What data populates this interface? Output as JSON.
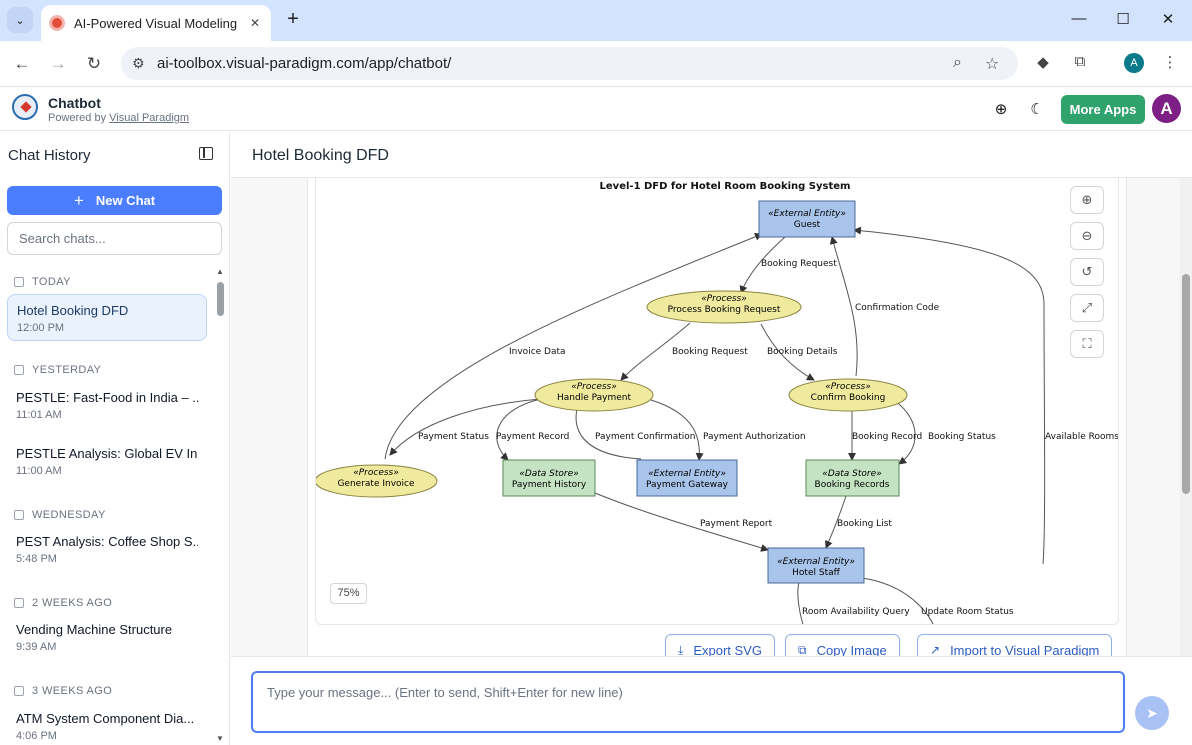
{
  "browser": {
    "tab_title": "AI-Powered Visual Modeling Ch",
    "url": "ai-toolbox.visual-paradigm.com/app/chatbot/",
    "profile_initial": "A"
  },
  "app": {
    "name": "Chatbot",
    "powered_prefix": "Powered by",
    "powered_link": "Visual Paradigm",
    "more_apps": "More Apps",
    "avatar_initial": "A"
  },
  "sidebar": {
    "title": "Chat History",
    "new_chat": "New Chat",
    "search_placeholder": "Search chats...",
    "groups": [
      {
        "label": "TODAY",
        "items": [
          {
            "name": "Hotel Booking DFD",
            "time": "12:00 PM",
            "active": true
          }
        ]
      },
      {
        "label": "YESTERDAY",
        "items": [
          {
            "name": "PESTLE: Fast-Food in India – ...",
            "time": "11:01 AM"
          },
          {
            "name": "PESTLE Analysis: Global EV In...",
            "time": "11:00 AM"
          }
        ]
      },
      {
        "label": "WEDNESDAY",
        "items": [
          {
            "name": "PEST Analysis: Coffee Shop S...",
            "time": "5:48 PM"
          }
        ]
      },
      {
        "label": "2 WEEKS AGO",
        "items": [
          {
            "name": "Vending Machine Structure",
            "time": "9:39 AM"
          }
        ]
      },
      {
        "label": "3 WEEKS AGO",
        "items": [
          {
            "name": "ATM System Component Dia...",
            "time": "4:06 PM"
          }
        ]
      }
    ]
  },
  "main": {
    "title": "Hotel Booking DFD",
    "zoom_level": "75%",
    "actions": {
      "export_svg": "Export SVG",
      "copy_image": "Copy Image",
      "import_vp": "Import to Visual Paradigm"
    },
    "composer_placeholder": "Type your message... (Enter to send, Shift+Enter for new line)"
  },
  "diagram": {
    "title": "Level-1 DFD for Hotel Room Booking System",
    "nodes": {
      "guest": {
        "stereotype": "«External Entity»",
        "label": "Guest"
      },
      "process_booking": {
        "stereotype": "«Process»",
        "label": "Process Booking Request"
      },
      "handle_payment": {
        "stereotype": "«Process»",
        "label": "Handle Payment"
      },
      "confirm_booking": {
        "stereotype": "«Process»",
        "label": "Confirm Booking"
      },
      "generate_invoice": {
        "stereotype": "«Process»",
        "label": "Generate Invoice"
      },
      "payment_history": {
        "stereotype": "«Data Store»",
        "label": "Payment History"
      },
      "payment_gateway": {
        "stereotype": "«External Entity»",
        "label": "Payment Gateway"
      },
      "booking_records": {
        "stereotype": "«Data Store»",
        "label": "Booking Records"
      },
      "hotel_staff": {
        "stereotype": "«External Entity»",
        "label": "Hotel Staff"
      }
    },
    "flows": {
      "booking_request_1": "Booking Request",
      "confirmation_code": "Confirmation Code",
      "invoice_data": "Invoice Data",
      "booking_request_2": "Booking Request",
      "booking_details": "Booking Details",
      "available_rooms": "Available Rooms",
      "payment_status": "Payment Status",
      "payment_record": "Payment Record",
      "payment_confirmation": "Payment Confirmation",
      "payment_authorization": "Payment Authorization",
      "booking_record": "Booking Record",
      "booking_status": "Booking Status",
      "payment_report": "Payment Report",
      "booking_list": "Booking List",
      "room_availability_query": "Room Availability Query",
      "update_room_status": "Update Room Status"
    },
    "colors": {
      "entity_fill": "#a9c4ea",
      "process_fill": "#f0ea9f",
      "store_fill": "#c4e3c2",
      "accent": "#4a7dff",
      "more_apps": "#2fa36b"
    }
  }
}
